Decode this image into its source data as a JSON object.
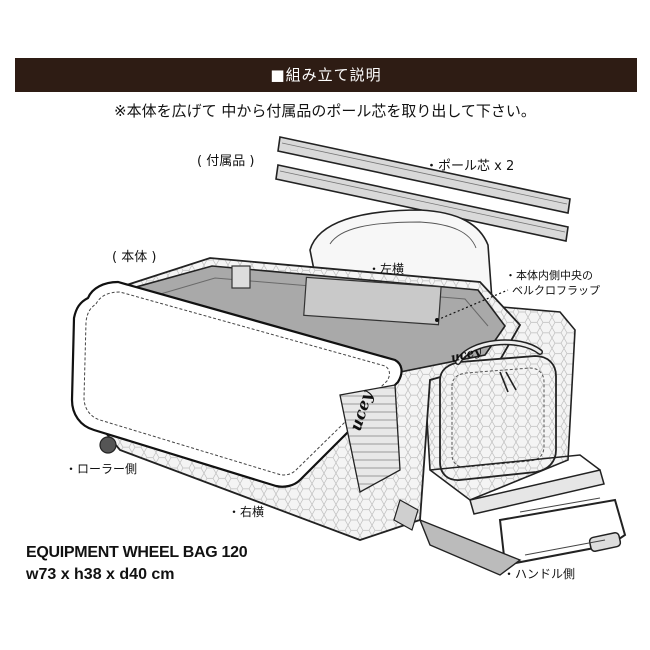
{
  "header": {
    "title": "■組み立て説明"
  },
  "instruction": "※本体を広げて 中から付属品のポール芯を取り出して下さい。",
  "labels": {
    "accessories": "( 付属品 )",
    "pole_core": "・ポール芯 x 2",
    "body": "( 本体 )",
    "left_side": "・左横",
    "velcro_line1": "・本体内側中央の",
    "velcro_line2": "ベルクロフラップ",
    "roller_side": "・ローラー側",
    "right_side": "・右横",
    "handle_side": "・ハンドル側"
  },
  "product": {
    "name": "EQUIPMENT WHEEL BAG 120",
    "dimensions": "w73 x h38 x d40 cm"
  },
  "colors": {
    "header_bg": "#2e1c14",
    "header_text": "#ffffff",
    "interior_gray": "#a9a9a9",
    "hex_pattern": "#cfcfcf"
  }
}
